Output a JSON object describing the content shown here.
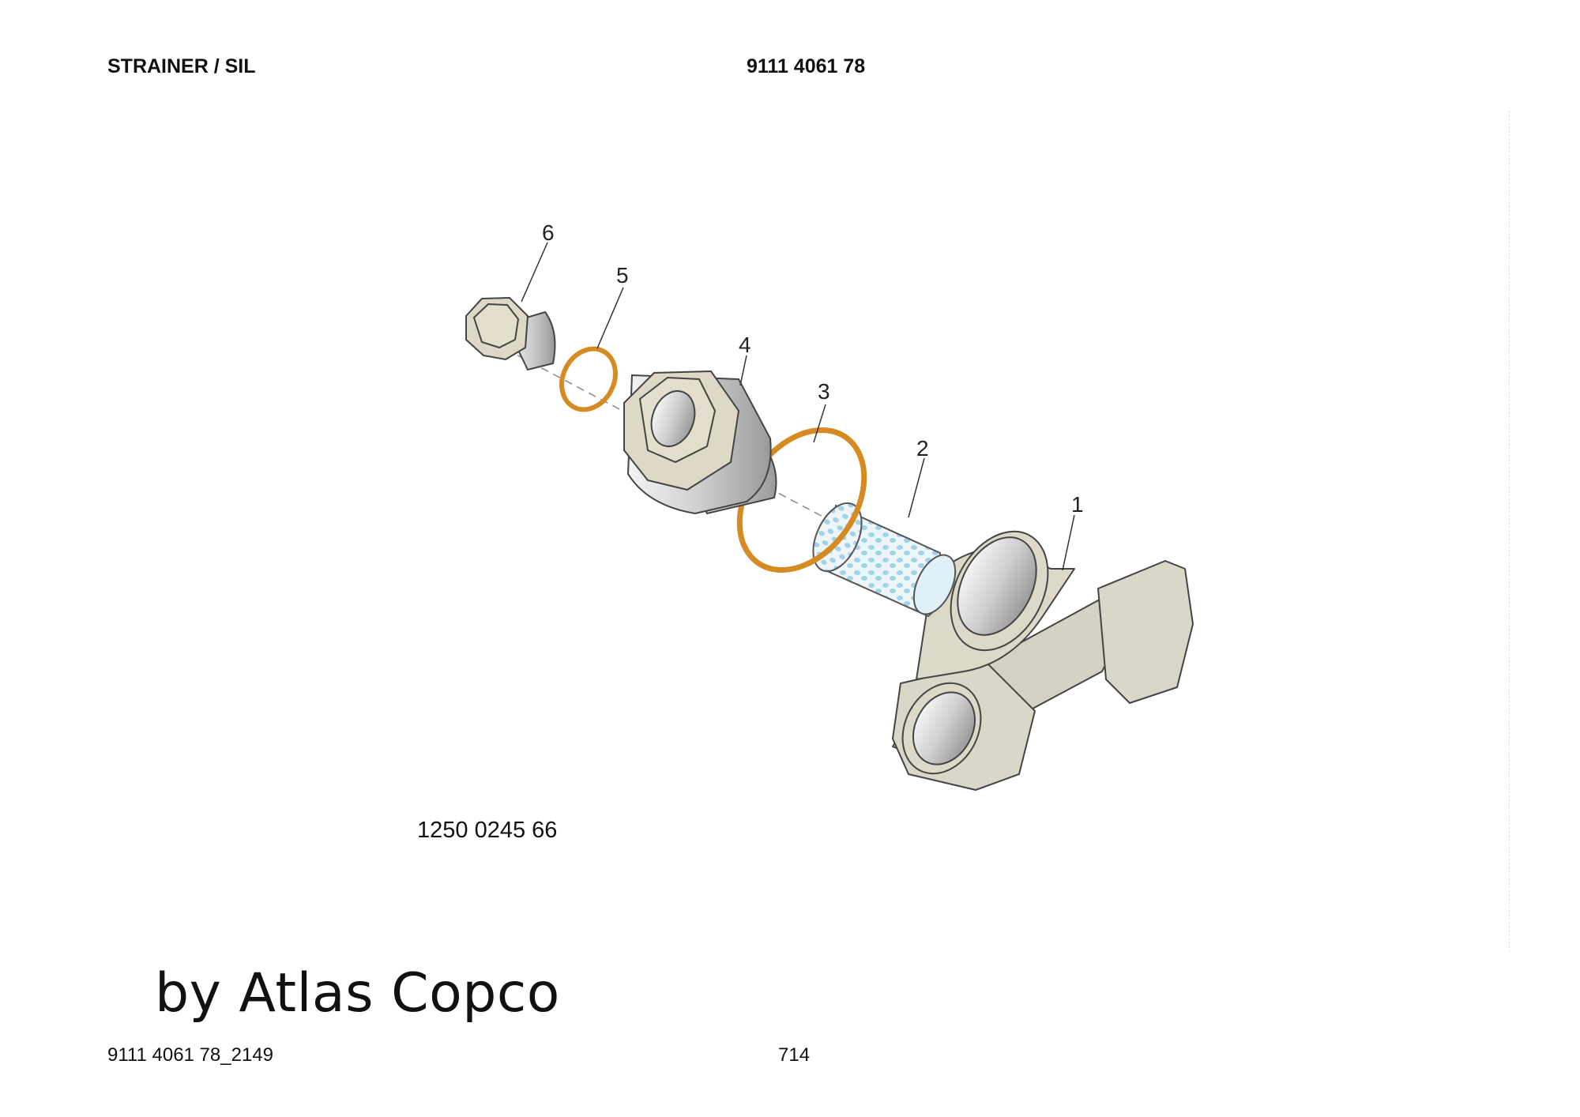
{
  "header": {
    "title": "STRAINER / SIL",
    "part_number": "9111 4061 78"
  },
  "diagram": {
    "callouts": [
      {
        "id": "1",
        "label": "1",
        "part": "strainer-body"
      },
      {
        "id": "2",
        "label": "2",
        "part": "strainer-screen"
      },
      {
        "id": "3",
        "label": "3",
        "part": "large-seal-ring"
      },
      {
        "id": "4",
        "label": "4",
        "part": "cap-plug"
      },
      {
        "id": "5",
        "label": "5",
        "part": "small-seal-ring"
      },
      {
        "id": "6",
        "label": "6",
        "part": "drain-plug"
      }
    ],
    "reference_number": "1250 0245 66",
    "colors": {
      "part_fill": "#dcd9c8",
      "seal_ring": "#e09a3a",
      "screen_holes": "#9fd3ea",
      "thread": "#c8c8c8",
      "outline": "#444444"
    }
  },
  "watermark": "by Atlas Copco",
  "footer": {
    "doc_id": "9111 4061 78_2149",
    "page": "714"
  }
}
